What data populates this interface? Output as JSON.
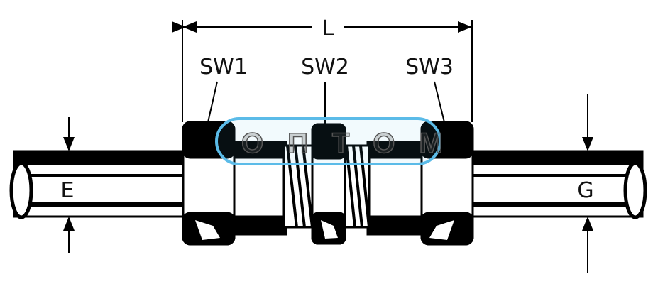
{
  "diagram": {
    "dimension_length": "L",
    "wrench_sizes": [
      "SW1",
      "SW2",
      "SW3"
    ],
    "tube_left_label": "E",
    "tube_right_label": "G",
    "watermark": "ОПТОМ",
    "colors": {
      "ink": "#000000",
      "watermark_border": "#5bbbe8",
      "background": "#ffffff"
    }
  }
}
